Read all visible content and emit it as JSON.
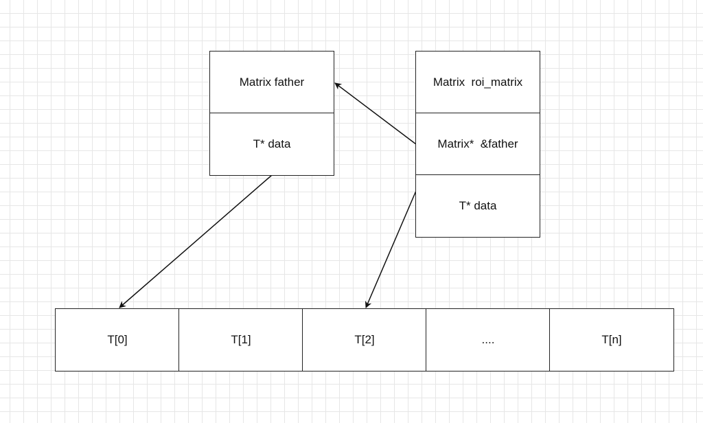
{
  "father_struct": {
    "header": "Matrix father",
    "data_field": "T* data"
  },
  "roi_struct": {
    "header": "Matrix  roi_matrix",
    "father_field": "Matrix*  &father",
    "data_field": "T* data"
  },
  "array": {
    "cells": [
      "T[0]",
      "T[1]",
      "T[2]",
      "....",
      "T[n]"
    ]
  }
}
